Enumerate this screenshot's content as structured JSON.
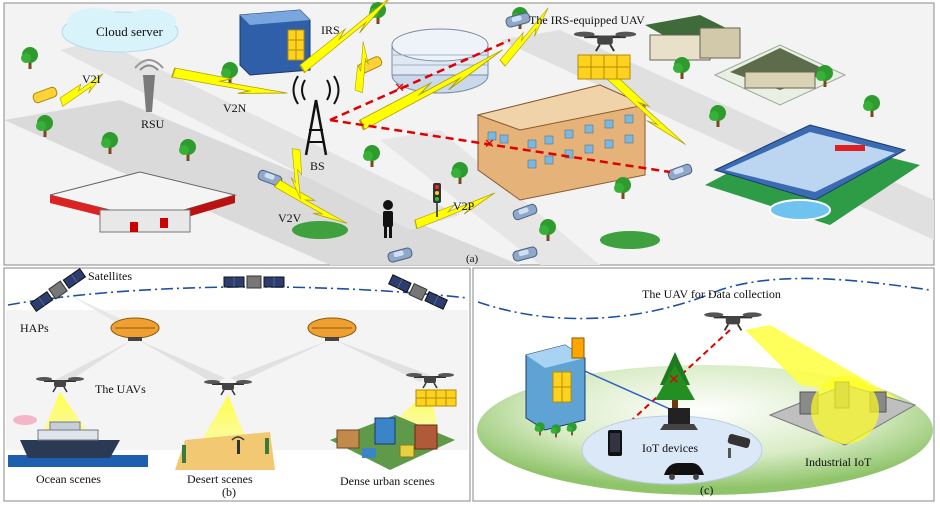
{
  "panel_a": {
    "tag": "(a)",
    "cloud_server": "Cloud server",
    "irs": "IRS",
    "irs_uav": "The IRS-equipped UAV",
    "v2i": "V2I",
    "v2n": "V2N",
    "rsu": "RSU",
    "bs": "BS",
    "v2v": "V2V",
    "v2p": "V2P"
  },
  "panel_b": {
    "tag": "(b)",
    "satellites": "Satellites",
    "haps": "HAPs",
    "uavs": "The UAVs",
    "ocean": "Ocean scenes",
    "desert": "Desert scenes",
    "urban": "Dense urban scenes"
  },
  "panel_c": {
    "tag": "(c)",
    "uav_data": "The UAV for Data collection",
    "iot_devices": "IoT devices",
    "industrial": "Industrial IoT"
  },
  "colors": {
    "road": "#d9d9d9",
    "lightning": "#ffff00",
    "link_red": "#e00000",
    "orbit_blue": "#1f4fa0",
    "tree": "#2e9b2e",
    "ground_c": "#8fc46a"
  }
}
